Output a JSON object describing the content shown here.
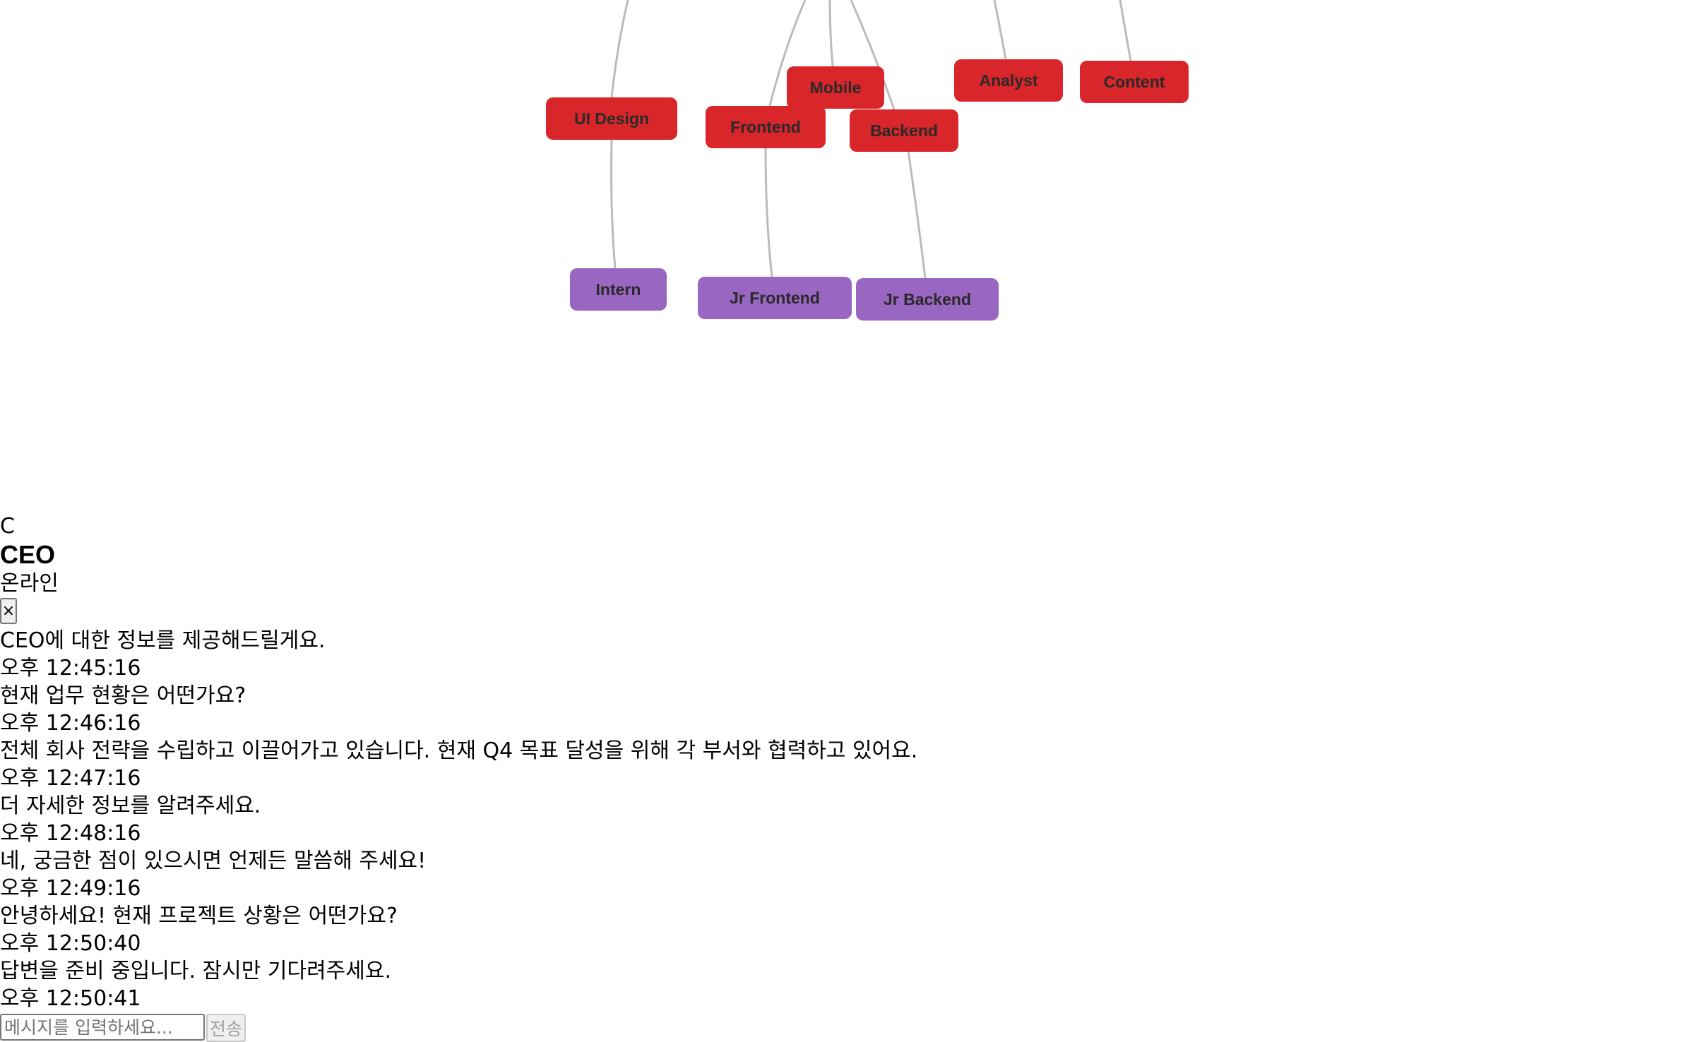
{
  "org_chart": {
    "nodes": [
      {
        "id": "ui-design",
        "label": "UI Design",
        "level": "team",
        "color": "#d8262a"
      },
      {
        "id": "mobile",
        "label": "Mobile",
        "level": "team",
        "color": "#d8262a"
      },
      {
        "id": "frontend",
        "label": "Frontend",
        "level": "team",
        "color": "#d8262a"
      },
      {
        "id": "backend",
        "label": "Backend",
        "level": "team",
        "color": "#d8262a"
      },
      {
        "id": "analyst",
        "label": "Analyst",
        "level": "team",
        "color": "#d8262a"
      },
      {
        "id": "content",
        "label": "Content",
        "level": "team",
        "color": "#d8262a"
      },
      {
        "id": "intern",
        "label": "Intern",
        "level": "junior",
        "color": "#9966c2"
      },
      {
        "id": "jr-frontend",
        "label": "Jr Frontend",
        "level": "junior",
        "color": "#9966c2"
      },
      {
        "id": "jr-backend",
        "label": "Jr Backend",
        "level": "junior",
        "color": "#9966c2"
      }
    ],
    "links": [
      {
        "source": "ui-design",
        "target": "intern"
      },
      {
        "source": "frontend",
        "target": "jr-frontend"
      },
      {
        "source": "backend",
        "target": "jr-backend"
      }
    ],
    "link_color": "#bbbbbb"
  },
  "chat": {
    "avatar_letter": "C",
    "name": "CEO",
    "status": "온라인",
    "close_label": "×",
    "messages": [
      {
        "text": "CEO에 대한 정보를 제공해드릴게요.",
        "time": "오후 12:45:16"
      },
      {
        "text": "현재 업무 현황은 어떤가요?",
        "time": "오후 12:46:16"
      },
      {
        "text": "전체 회사 전략을 수립하고 이끌어가고 있습니다. 현재 Q4 목표 달성을 위해 각 부서와 협력하고 있어요.",
        "time": "오후 12:47:16"
      },
      {
        "text": "더 자세한 정보를 알려주세요.",
        "time": "오후 12:48:16"
      },
      {
        "text": "네, 궁금한 점이 있으시면 언제든 말씀해 주세요!",
        "time": "오후 12:49:16"
      },
      {
        "text": "안녕하세요! 현재 프로젝트 상황은 어떤가요?",
        "time": "오후 12:50:40"
      },
      {
        "text": "답변을 준비 중입니다. 잠시만 기다려주세요.",
        "time": "오후 12:50:41"
      }
    ],
    "input_placeholder": "메시지를 입력하세요...",
    "input_value": "",
    "send_label": "전송"
  }
}
